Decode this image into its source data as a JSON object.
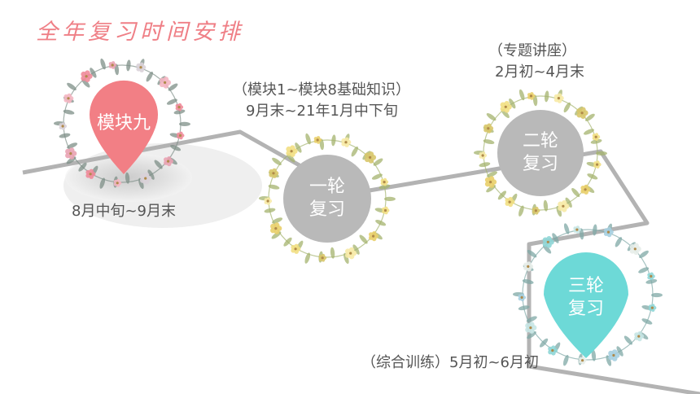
{
  "title": "全年复习时间安排",
  "colors": {
    "title": "#ef7f86",
    "pink_pin": "#f27f85",
    "gray_node": "#b9b9b9",
    "teal_pin": "#6dd9d7",
    "path": "#b3b3b3",
    "text": "#555555"
  },
  "icons": [
    "flower-wreath-icon",
    "map-pin-icon"
  ],
  "stages": [
    {
      "label_line1": "模块九",
      "label_line2": "",
      "detail": "",
      "time": "8月中旬~9月末"
    },
    {
      "label_line1": "一轮",
      "label_line2": "复习",
      "detail": "（模块1~模块8基础知识）",
      "time": "9月末~21年1月中下旬"
    },
    {
      "label_line1": "二轮",
      "label_line2": "复习",
      "detail": "（专题讲座）",
      "time": "2月初~4月末"
    },
    {
      "label_line1": "三轮",
      "label_line2": "复习",
      "detail": "（综合训练）",
      "time": "5月初~6月初"
    }
  ]
}
